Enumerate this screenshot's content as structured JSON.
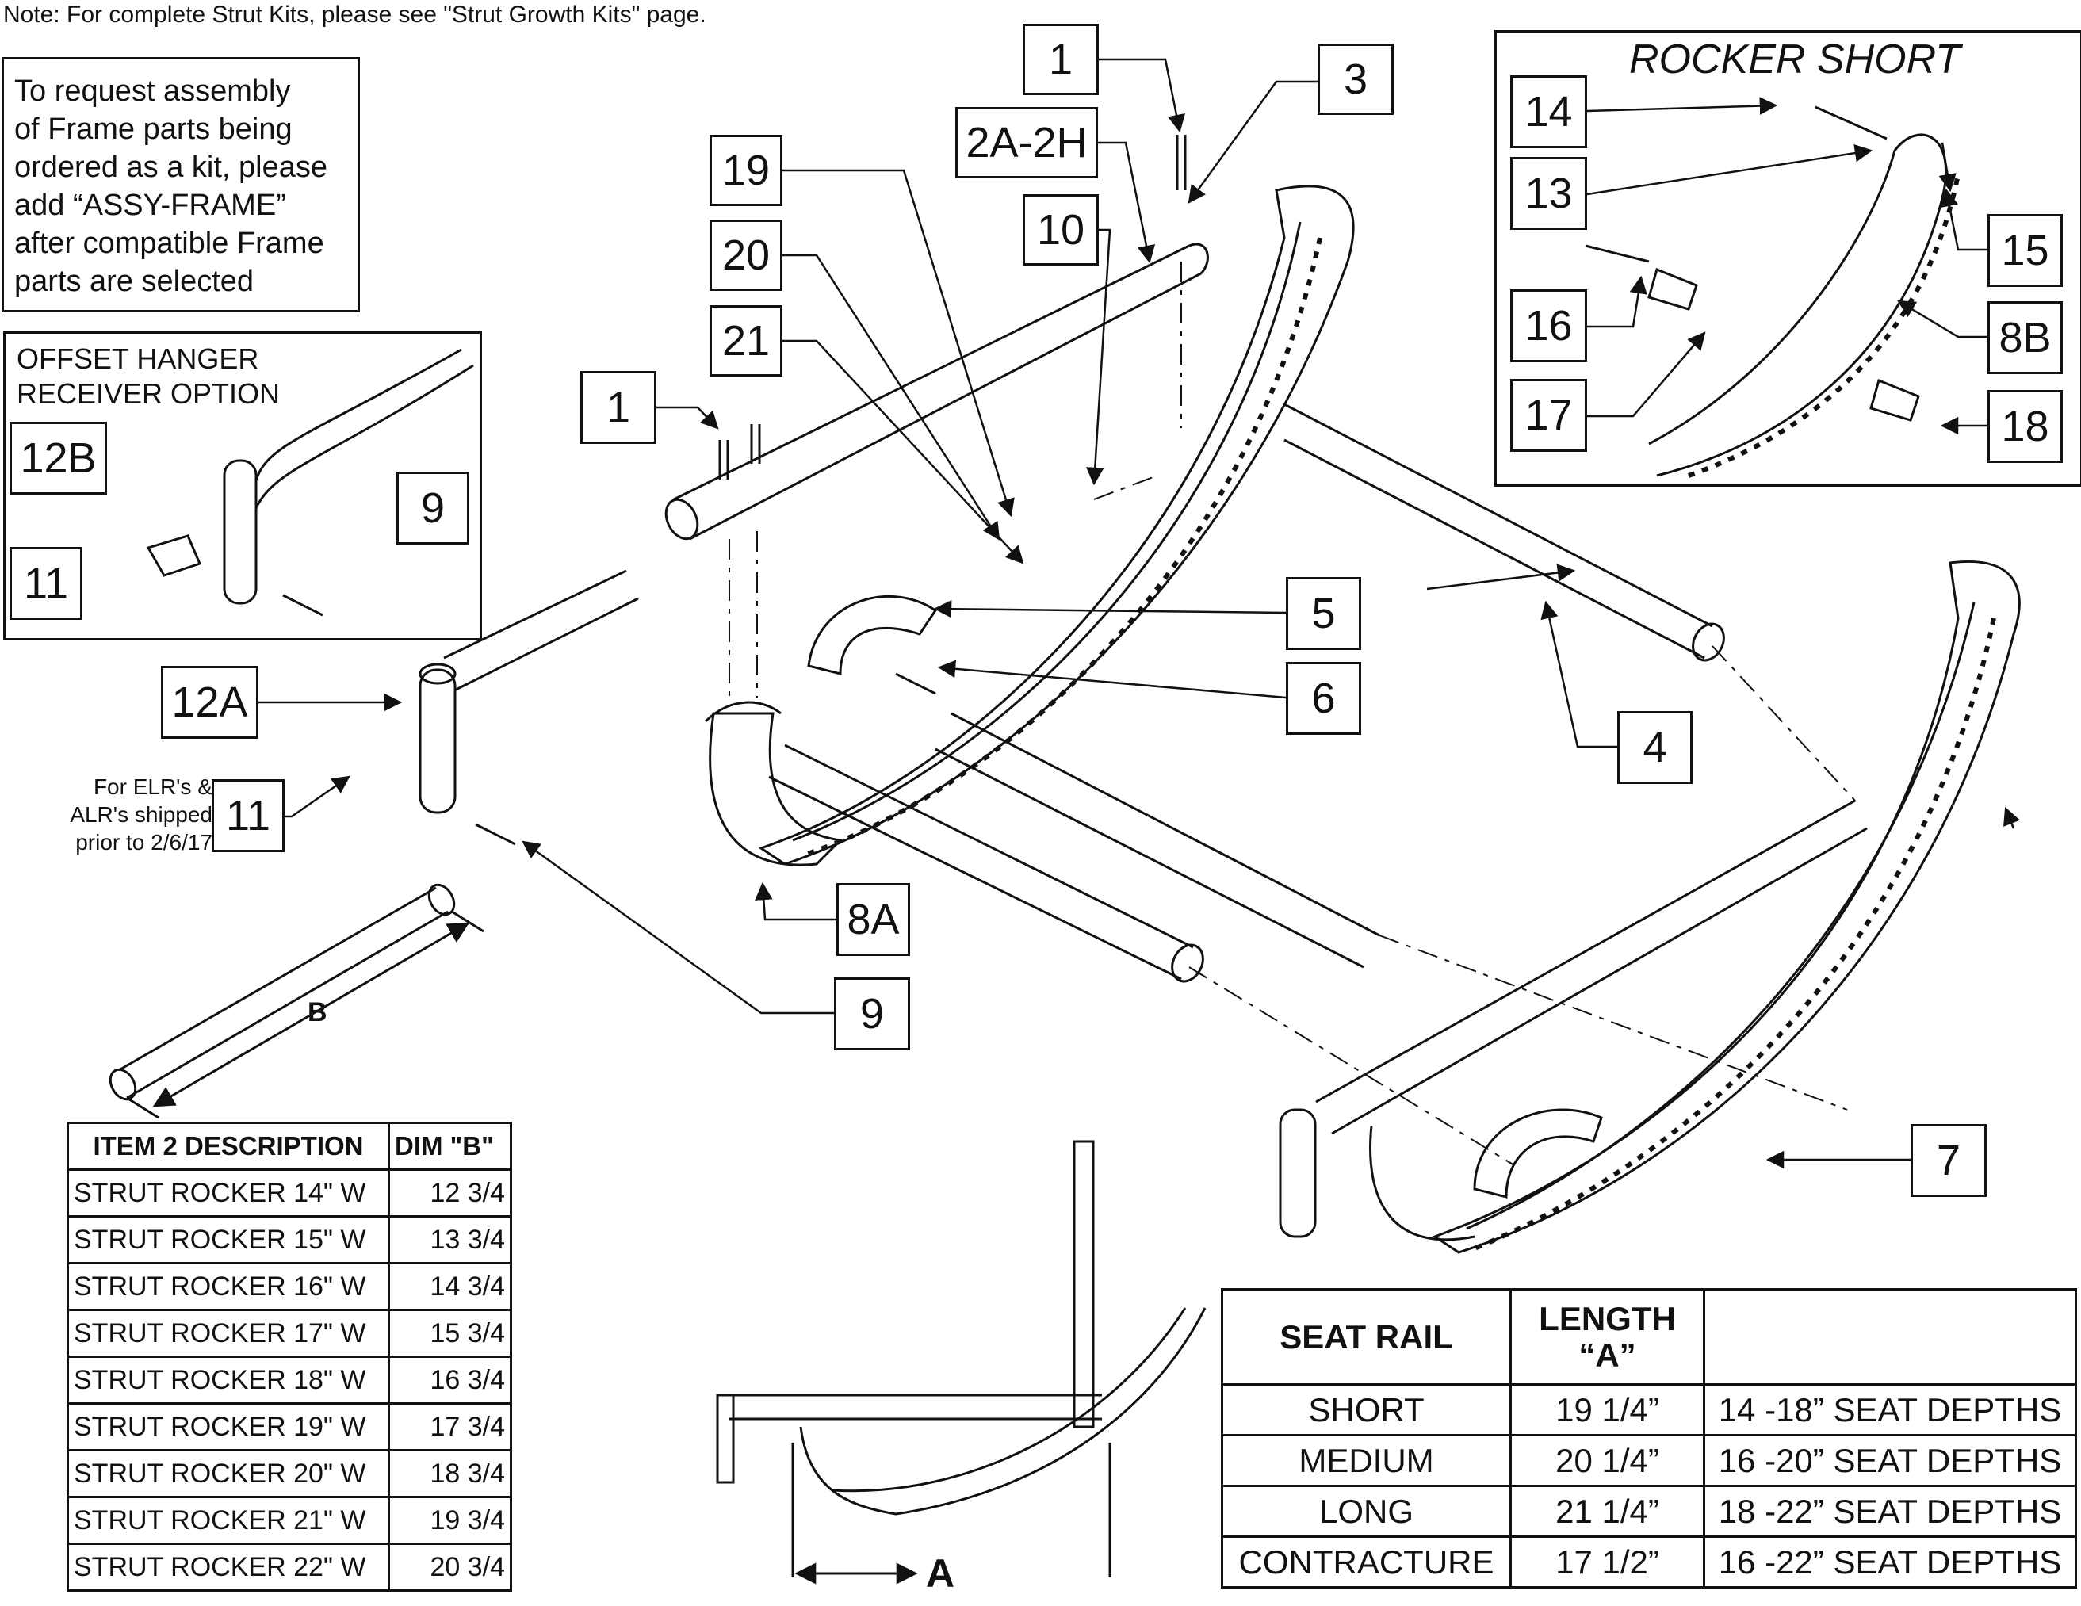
{
  "note": "Note: For complete Strut Kits, please see \"Strut Growth Kits\" page.",
  "assembly_note": [
    "To request assembly",
    "of Frame parts being",
    "ordered as a kit, please",
    "add “ASSY-FRAME”",
    "after compatible Frame",
    "parts are selected"
  ],
  "offset_hanger": {
    "title_line1": "OFFSET HANGER",
    "title_line2": "RECEIVER OPTION"
  },
  "rocker_short": {
    "title": "ROCKER SHORT"
  },
  "elr_note": [
    "For ELR's &",
    "ALR's shipped",
    "prior to 2/6/17"
  ],
  "callouts": {
    "c1a": "1",
    "c3": "3",
    "c2": "2A-2H",
    "c10": "10",
    "c19": "19",
    "c20": "20",
    "c21": "21",
    "c1b": "1",
    "c12b": "12B",
    "c9a": "9",
    "c11a": "11",
    "c12a": "12A",
    "c11b": "11",
    "c5": "5",
    "c6": "6",
    "c4": "4",
    "c8a": "8A",
    "c9b": "9",
    "c7": "7",
    "c14": "14",
    "c13": "13",
    "c15": "15",
    "c16": "16",
    "c8b": "8B",
    "c17": "17",
    "c18": "18"
  },
  "dim_b": "B",
  "dim_a": "A",
  "item2_table": {
    "headers": [
      "ITEM 2 DESCRIPTION",
      "DIM \"B\""
    ],
    "rows": [
      [
        "STRUT ROCKER 14\" W",
        "12 3/4"
      ],
      [
        "STRUT ROCKER 15\" W",
        "13 3/4"
      ],
      [
        "STRUT ROCKER 16\" W",
        "14 3/4"
      ],
      [
        "STRUT ROCKER 17\" W",
        "15 3/4"
      ],
      [
        "STRUT ROCKER 18\" W",
        "16 3/4"
      ],
      [
        "STRUT ROCKER 19\" W",
        "17 3/4"
      ],
      [
        "STRUT ROCKER 20\" W",
        "18 3/4"
      ],
      [
        "STRUT ROCKER 21\" W",
        "19 3/4"
      ],
      [
        "STRUT ROCKER 22\" W",
        "20 3/4"
      ]
    ]
  },
  "seat_table": {
    "headers": [
      "SEAT RAIL",
      "LENGTH “A”",
      ""
    ],
    "rows": [
      [
        "SHORT",
        "19 1/4”",
        "14 -18” SEAT DEPTHS"
      ],
      [
        "MEDIUM",
        "20 1/4”",
        "16 -20” SEAT DEPTHS"
      ],
      [
        "LONG",
        "21 1/4”",
        "18 -22” SEAT DEPTHS"
      ],
      [
        "CONTRACTURE",
        "17 1/2”",
        "16 -22” SEAT DEPTHS"
      ]
    ]
  }
}
